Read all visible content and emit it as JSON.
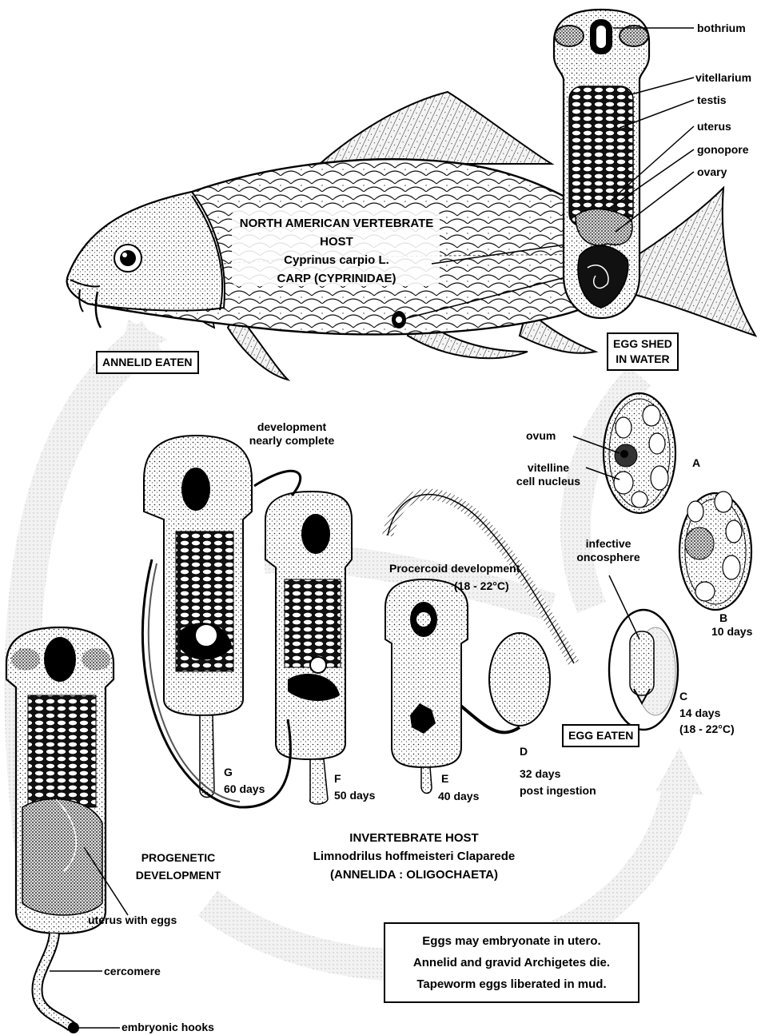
{
  "vertebrate_host": {
    "title": "NORTH AMERICAN VERTEBRATE HOST",
    "species": "Cyprinus carpio L.",
    "family": "CARP (CYPRINIDAE)"
  },
  "adult_labels": {
    "bothrium": "bothrium",
    "vitellarium": "vitellarium",
    "testis": "testis",
    "uterus": "uterus",
    "gonopore": "gonopore",
    "ovary": "ovary"
  },
  "boxes": {
    "annelid_eaten": "ANNELID EATEN",
    "egg_shed_line1": "EGG SHED",
    "egg_shed_line2": "IN WATER",
    "egg_eaten": "EGG EATEN"
  },
  "egg_labels": {
    "ovum": "ovum",
    "vitelline_line1": "vitelline",
    "vitelline_line2": "cell nucleus",
    "stage_a": "A",
    "stage_b": "B",
    "stage_b_days": "10 days",
    "infective_line1": "infective",
    "infective_line2": "oncosphere",
    "stage_c": "C",
    "stage_c_days": "14 days",
    "stage_c_temp": "(18 - 22°C)"
  },
  "procercoid": {
    "title": "Procercoid development",
    "temp": "(18 - 22°C)",
    "stage_d": "D",
    "stage_d_days": "32 days",
    "stage_d_post": "post ingestion",
    "stage_e": "E",
    "stage_e_days": "40 days",
    "stage_f": "F",
    "stage_f_days": "50 days",
    "stage_g": "G",
    "stage_g_days": "60 days",
    "development_line1": "development",
    "development_line2": "nearly complete"
  },
  "invertebrate_host": {
    "title": "INVERTEBRATE HOST",
    "species": "Limnodrilus hoffmeisteri Claparede",
    "taxon": "(ANNELIDA : OLIGOCHAETA)"
  },
  "progenetic": {
    "line1": "PROGENETIC",
    "line2": "DEVELOPMENT",
    "uterus_eggs": "uterus with eggs",
    "cercomere": "cercomere",
    "embryonic_hooks": "embryonic hooks"
  },
  "note": {
    "line1": "Eggs may embryonate in utero.",
    "line2": "Annelid and gravid Archigetes die.",
    "line3": "Tapeworm eggs liberated in mud."
  }
}
